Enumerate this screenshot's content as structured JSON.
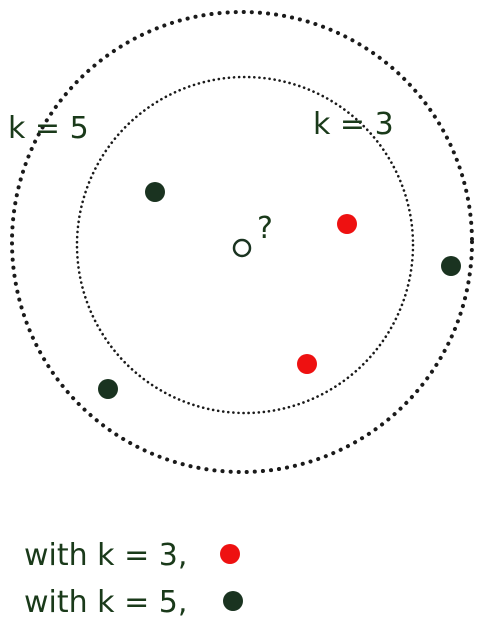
{
  "labels": {
    "outer_circle": "k = 5",
    "inner_circle": "k = 3",
    "query_mark": "?"
  },
  "legend": [
    {
      "text": "with k = 3,",
      "dot_color": "#ee1111"
    },
    {
      "text": "with k = 5,",
      "dot_color": "#1a3320"
    }
  ],
  "colors": {
    "red_point": "#ee1111",
    "dark_point": "#1a3320",
    "circle_stroke": "#1a1a1a",
    "text": "#1a3a1a"
  },
  "points": [
    {
      "class": "dark"
    },
    {
      "class": "red"
    },
    {
      "class": "dark"
    },
    {
      "class": "red"
    },
    {
      "class": "dark"
    }
  ]
}
